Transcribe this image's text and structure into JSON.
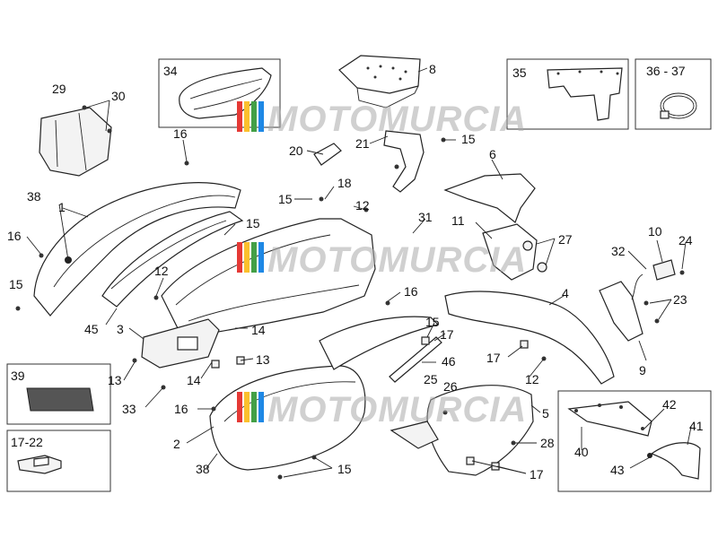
{
  "labels": {
    "l29": "29",
    "l30": "30",
    "l34": "34",
    "l8": "8",
    "l35": "35",
    "l36_37": "36 - 37",
    "l16a": "16",
    "l38a": "38",
    "l1": "1",
    "l16b": "16",
    "l15a": "15",
    "l15b": "15",
    "l20": "20",
    "l21": "21",
    "l15c": "15",
    "l6": "6",
    "l18": "18",
    "l15d": "15",
    "l12a": "12",
    "l31": "31",
    "l11": "11",
    "l27": "27",
    "l10": "10",
    "l24": "24",
    "l32": "32",
    "l23": "23",
    "l9": "9",
    "l12b": "12",
    "l45": "45",
    "l3": "3",
    "l14a": "14",
    "l13a": "13",
    "l13b": "13",
    "l14b": "14",
    "l16c": "16",
    "l4": "4",
    "l15e": "15",
    "l17a": "17",
    "l17b": "17",
    "l46": "46",
    "l25": "25",
    "l26": "26",
    "l12c": "12",
    "l39": "39",
    "l33": "33",
    "l16d": "16",
    "l17_22": "17-22",
    "l2": "2",
    "l38b": "38",
    "l15f": "15",
    "l5": "5",
    "l28": "28",
    "l17c": "17",
    "l42": "42",
    "l41": "41",
    "l40": "40",
    "l43": "43"
  },
  "watermark": {
    "text": "MOTOMURCIA",
    "colors": [
      "#e53935",
      "#fbc02d",
      "#43a047",
      "#1e88e5"
    ]
  }
}
